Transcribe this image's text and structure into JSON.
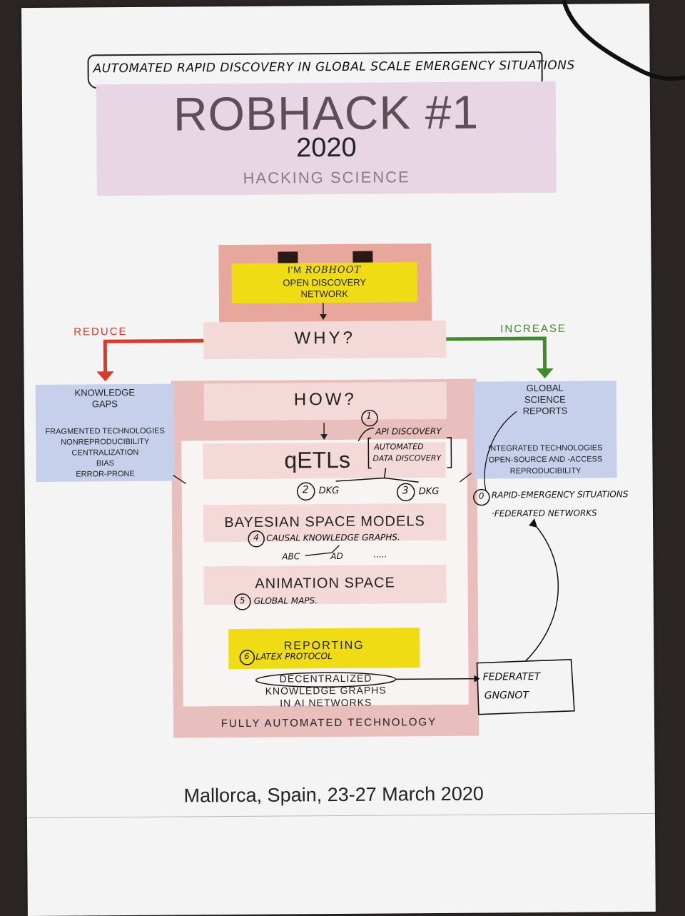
{
  "handwritten_header": "AUTOMATED RAPID DISCOVERY IN GLOBAL SCALE EMERGENCY SITUATIONS",
  "title": "ROBHACK #1",
  "year": "2020",
  "subtitle": "HACKING SCIENCE",
  "robot": {
    "line1_prefix": "I'M",
    "line1_name": "ROBHOOT",
    "line2": "OPEN DISCOVERY",
    "line3": "NETWORK"
  },
  "why": "WHY?",
  "reduce_label": "REDUCE",
  "increase_label": "INCREASE",
  "left_box": {
    "title1": "KNOWLEDGE",
    "title2": "GAPS",
    "items": [
      "FRAGMENTED TECHNOLOGIES",
      "NONREPRODUCIBILITY",
      "CENTRALIZATION",
      "BIAS",
      "ERROR-PRONE"
    ]
  },
  "right_box": {
    "title1": "GLOBAL",
    "title2": "SCIENCE",
    "title3": "REPORTS",
    "items": [
      "INTEGRATED TECHNOLOGIES",
      "OPEN-SOURCE AND -ACCESS",
      "REPRODUCIBILITY"
    ]
  },
  "how": "HOW?",
  "qetls": "qETLs",
  "bayesian": "BAYESIAN SPACE MODELS",
  "animation": "ANIMATION SPACE",
  "reporting": "REPORTING",
  "decentralized": "DECENTRALIZED",
  "kg_line2": "KNOWLEDGE GRAPHS",
  "kg_line3": "IN AI NETWORKS",
  "fully_automated": "FULLY AUTOMATED TECHNOLOGY",
  "footer": "Mallorca, Spain, 23-27 March 2020",
  "notes": {
    "n1_num": "1",
    "n1_a": "API DISCOVERY",
    "n1_b": "AUTOMATED",
    "n1_c": "DATA DISCOVERY",
    "n2_num": "2",
    "n2_text": "DKG",
    "n3_num": "3",
    "n3_text": "DKG",
    "n0_num": "0",
    "n0_a": "RAPID-EMERGENCY SITUATIONS",
    "n0_b": "·FEDERATED NETWORKS",
    "n4_num": "4",
    "n4_text": "CAUSAL KNOWLEDGE GRAPHS.",
    "n4_sub_a": "ABC",
    "n4_sub_b": "AD",
    "n4_sub_c": ".....",
    "n5_num": "5",
    "n5_text": "GLOBAL MAPS.",
    "n6_num": "6",
    "n6_text": "LATEX PROTOCOL",
    "fed_a": "FEDERATET",
    "fed_b": "GNGNOT"
  },
  "colors": {
    "title_band": "#e8d6e4",
    "robot_body": "#e8a79c",
    "yellow": "#f0dc14",
    "pink_frame": "#e9bfbd",
    "pink_light": "#f3d9d8",
    "blue_box": "#c7d0ea",
    "red_arrow": "#d93a2a",
    "green_arrow": "#3f8a2a"
  }
}
